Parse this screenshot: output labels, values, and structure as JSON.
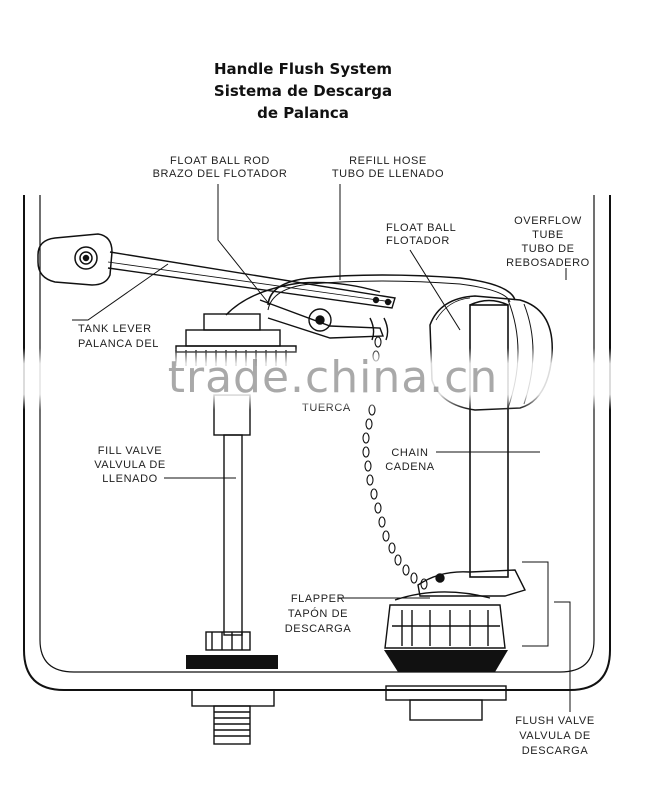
{
  "title": {
    "line1": "Handle Flush System",
    "line2": "Sistema de Descarga",
    "line3": "de Palanca"
  },
  "labels": {
    "float_ball_rod_en": "FLOAT BALL ROD",
    "float_ball_rod_es": "BRAZO DEL FLOTADOR",
    "refill_hose_en": "REFILL HOSE",
    "refill_hose_es": "TUBO DE LLENADO",
    "float_ball_en": "FLOAT BALL",
    "float_ball_es": "FLOTADOR",
    "overflow_tube_en1": "OVERFLOW",
    "overflow_tube_en2": "TUBE",
    "overflow_tube_es1": "TUBO DE",
    "overflow_tube_es2": "REBOSADERO",
    "tank_lever_en": "TANK LEVER",
    "tank_lever_es": "PALANCA DEL",
    "nut_es": "TUERCA",
    "fill_valve_en": "FILL VALVE",
    "fill_valve_es1": "VALVULA DE",
    "fill_valve_es2": "LLENADO",
    "chain_en": "CHAIN",
    "chain_es": "CADENA",
    "flapper_en": "FLAPPER",
    "flapper_es1": "TAPÓN DE",
    "flapper_es2": "DESCARGA",
    "flush_valve_en": "FLUSH VALVE",
    "flush_valve_es1": "VALVULA DE",
    "flush_valve_es2": "DESCARGA"
  },
  "watermark": "trade.china.cn"
}
